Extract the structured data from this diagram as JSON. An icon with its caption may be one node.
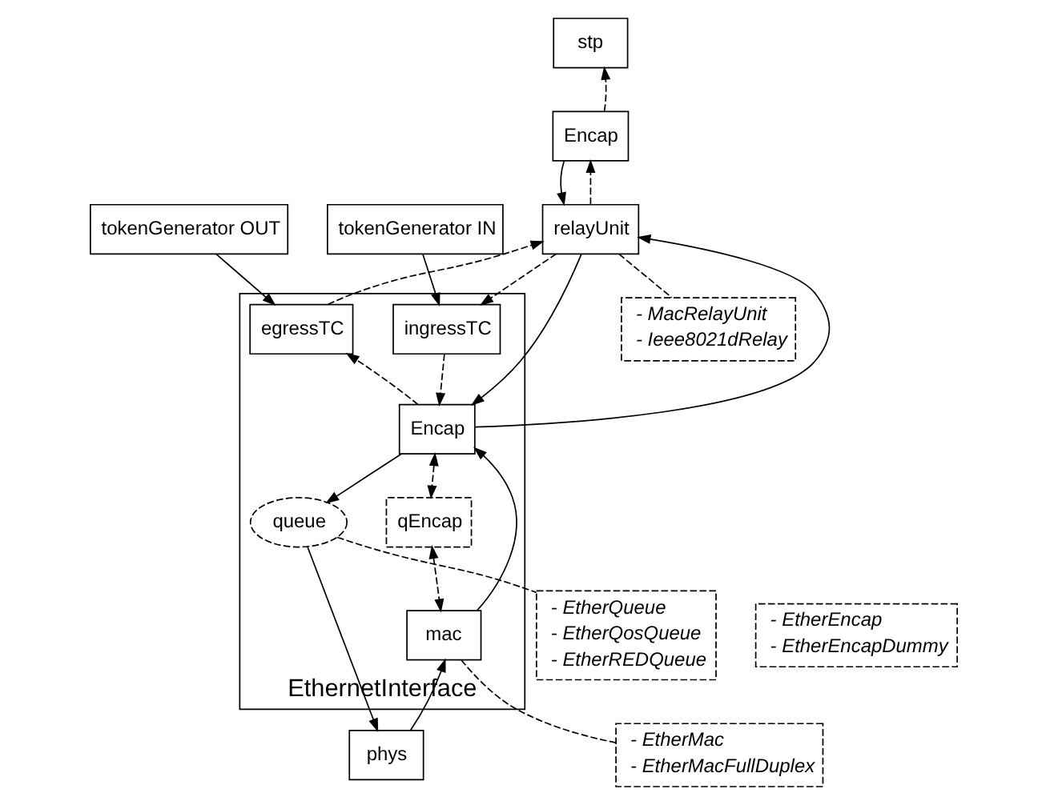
{
  "diagram": {
    "nodes": [
      {
        "text": [
          "stp"
        ]
      },
      {
        "text": [
          "Encap"
        ]
      },
      {
        "text": [
          "relayUnit"
        ]
      },
      {
        "text": [
          "tokenGenerator OUT"
        ]
      },
      {
        "text": [
          "tokenGenerator IN"
        ]
      },
      {
        "text": [
          "EthernetInterface"
        ]
      },
      {
        "text": [
          "egressTC"
        ],
        "in": 5
      },
      {
        "text": [
          "ingressTC"
        ],
        "in": 5
      },
      {
        "text": [
          "Encap"
        ],
        "in": 5
      },
      {
        "text": [
          "qEncap"
        ],
        "in": 5
      },
      {
        "text": [
          "mac"
        ],
        "in": 5
      },
      {
        "text": [
          "queue"
        ],
        "in": 5
      },
      {
        "text": [
          "phys"
        ]
      },
      {
        "text": [
          "- MacRelayUnit",
          "- Ieee8021dRelay"
        ]
      },
      {
        "text": [
          "- EtherEncap",
          "- EtherEncapDummy"
        ]
      },
      {
        "text": [
          "- EtherMac",
          "- EtherMacFullDuplex"
        ]
      },
      {
        "text": [
          "- EtherQueue",
          "- EtherQosQueue",
          "- EtherREDQueue"
        ]
      }
    ],
    "edges": [
      {
        "from": 1,
        "to": 0,
        "arrow": "to",
        "style": "dashed"
      },
      {
        "from": 2,
        "to": 1,
        "arrow": "to",
        "style": "dashed"
      },
      {
        "from": 1,
        "to": 2,
        "arrow": "to"
      },
      {
        "from": 3,
        "to": 6,
        "arrow": "to"
      },
      {
        "from": 6,
        "to": 2,
        "arrow": "to",
        "style": "dashed"
      },
      {
        "from": 2,
        "to": 7,
        "arrow": "to",
        "style": "dashed"
      },
      {
        "from": 4,
        "to": 7,
        "arrow": "to"
      },
      {
        "from": 8,
        "to": 2,
        "arrow": "to"
      },
      {
        "from": 2,
        "to": 8,
        "arrow": "to"
      },
      {
        "from": 8,
        "to": 6,
        "arrow": "to",
        "style": "dashed"
      },
      {
        "from": 7,
        "to": 8,
        "arrow": "to",
        "style": "dashed"
      },
      {
        "from": 8,
        "to": 9,
        "arrow": "both",
        "style": "dashed"
      },
      {
        "from": 9,
        "to": 10,
        "arrow": "both",
        "style": "dashed"
      },
      {
        "from": 10,
        "to": 8,
        "arrow": "to"
      },
      {
        "from": 8,
        "to": 11,
        "arrow": "to"
      },
      {
        "from": 11,
        "to": 12,
        "arrow": "to"
      },
      {
        "from": 12,
        "to": 10,
        "arrow": "to"
      },
      {
        "from": 2,
        "to": 13,
        "arrow": "none",
        "style": "dashed"
      },
      {
        "from": 10,
        "to": 15,
        "arrow": "none",
        "style": "dashed"
      },
      {
        "from": 11,
        "to": 16,
        "arrow": "none",
        "style": "dashed"
      }
    ]
  }
}
